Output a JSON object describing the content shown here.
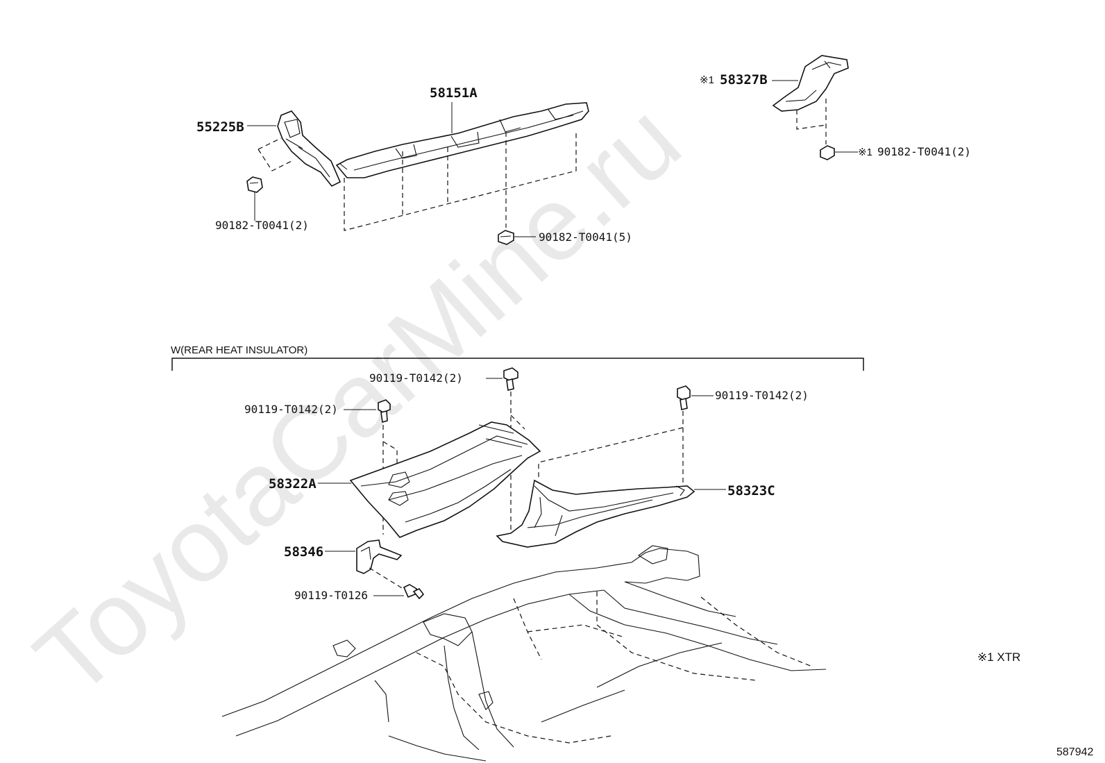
{
  "watermark": "ToyotaCarMine.ru",
  "diagram_id": "587942",
  "footnote": "※1 XTR",
  "section_label": "W(REAR HEAT INSULATOR)",
  "parts": {
    "p55225B": "55225B",
    "p58151A": "58151A",
    "p58327B": "58327B",
    "p58327B_mark": "※1",
    "clip_left": "90182-T0041(2)",
    "clip_center": "90182-T0041(5)",
    "clip_right": "90182-T0041(2)",
    "clip_right_mark": "※1",
    "bolt_top_center": "90119-T0142(2)",
    "bolt_left": "90119-T0142(2)",
    "bolt_right": "90119-T0142(2)",
    "p58322A": "58322A",
    "p58323C": "58323C",
    "p58346": "58346",
    "bolt_bracket": "90119-T0126"
  }
}
